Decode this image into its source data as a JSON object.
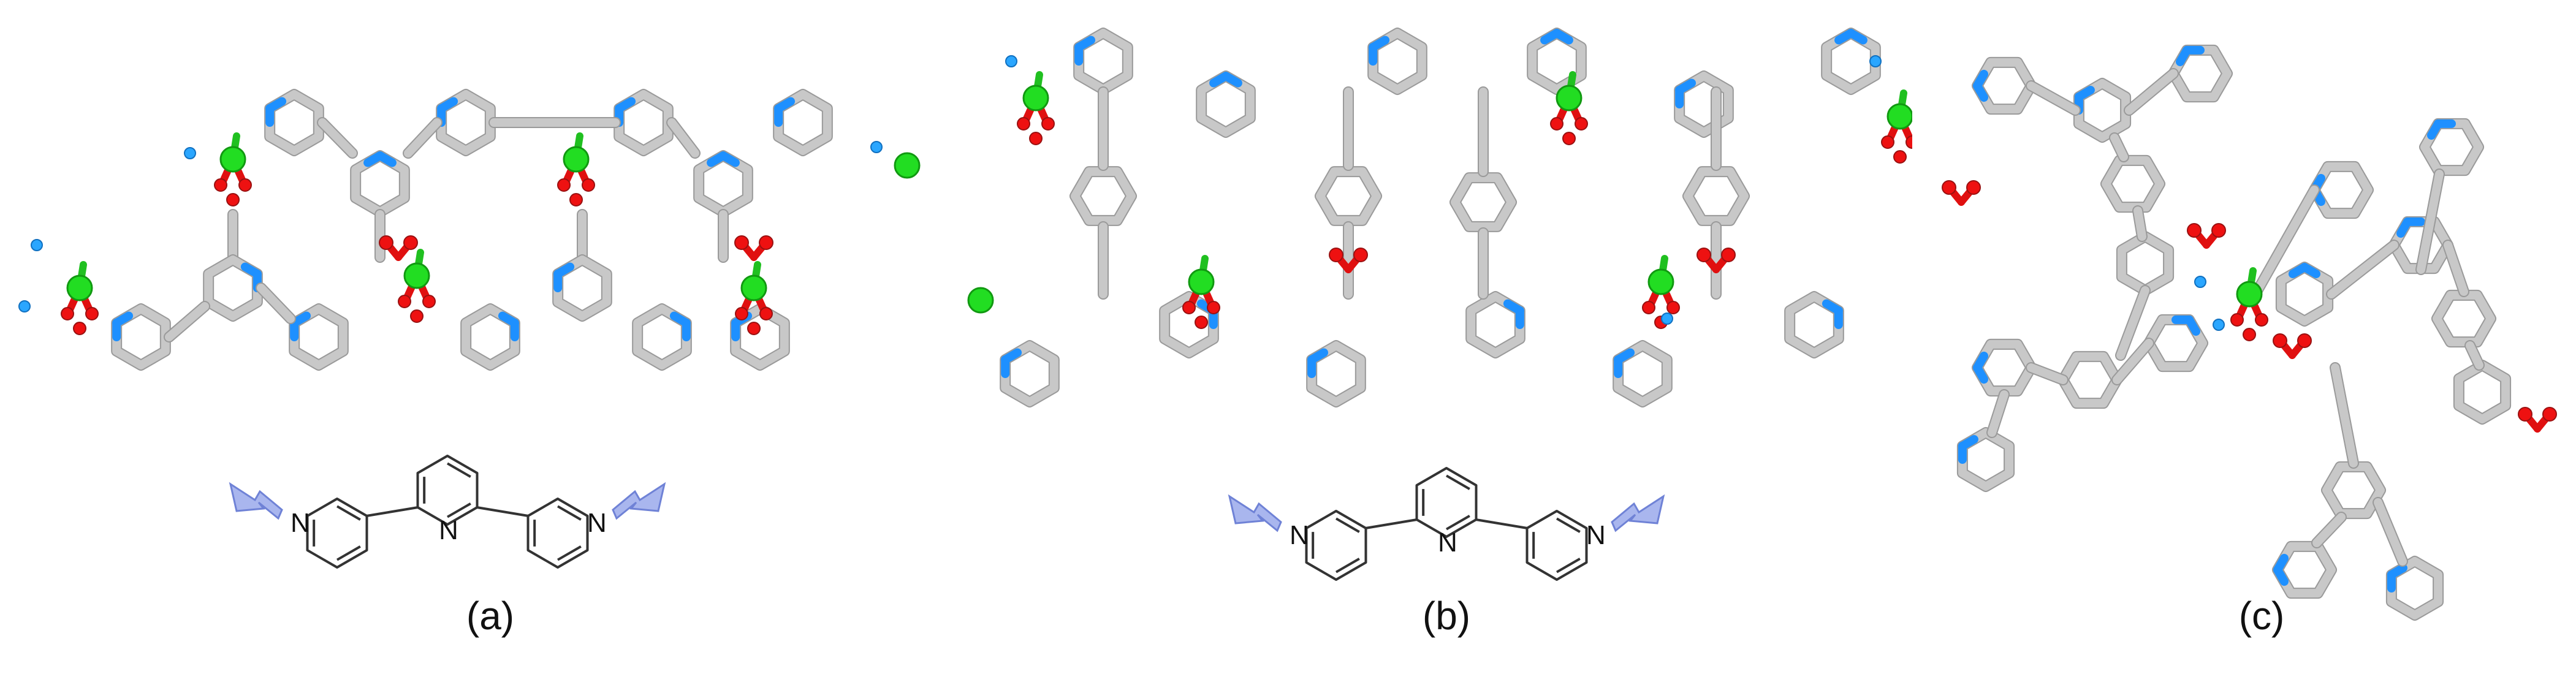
{
  "panels": [
    {
      "label": "(a)",
      "ligand_n_label": "N"
    },
    {
      "label": "(b)",
      "ligand_n_label": "N"
    },
    {
      "label": "(c)"
    }
  ],
  "colors": {
    "metal": "#22dd22",
    "oxygen": "#ee1111",
    "nitrogen": "#2aa6ff",
    "carbon": "#c8c8c8",
    "arrow": "#a9b6ee"
  }
}
